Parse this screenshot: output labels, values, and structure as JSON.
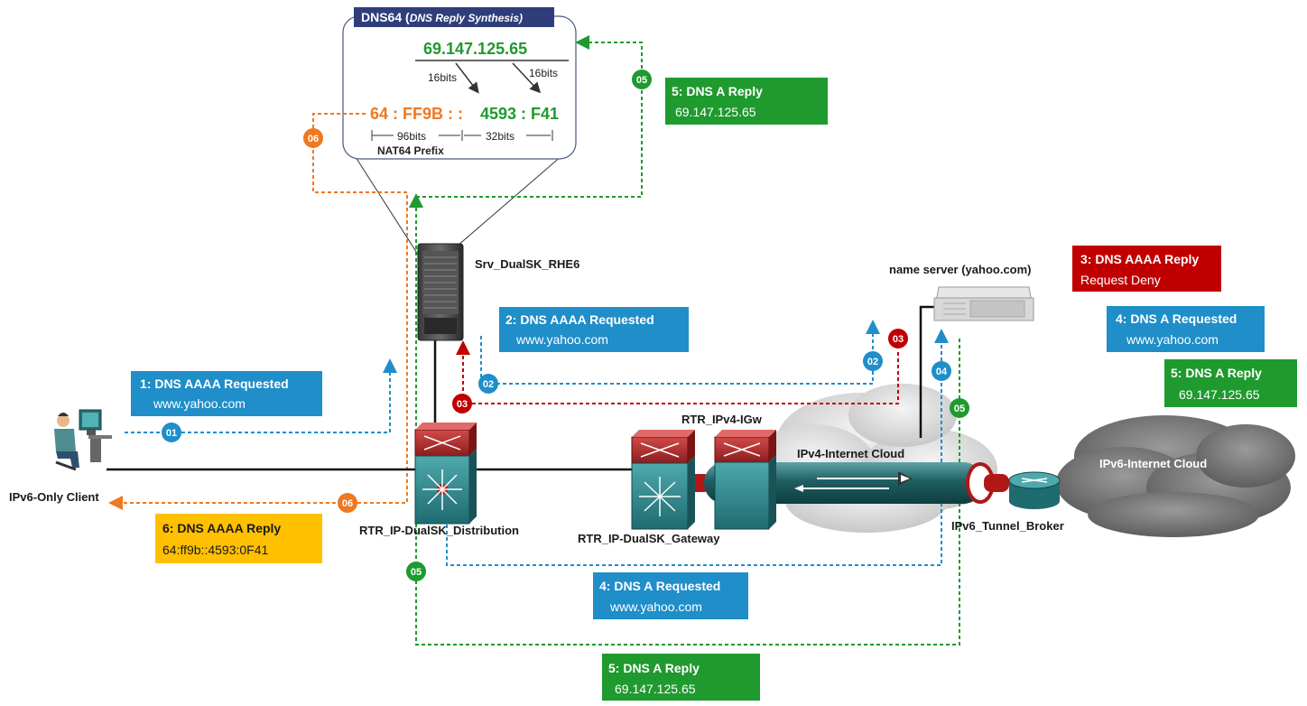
{
  "colors": {
    "blue": "#1f8ec9",
    "red": "#c00000",
    "green": "#1f9a2e",
    "orange": "#f07820",
    "yellow": "#ffc000",
    "navy": "#2f3e7a",
    "teal": "#2e6e72"
  },
  "dns64": {
    "title": "DNS64 (",
    "title_italic": "DNS Reply Synthesis)",
    "ipv4": "69.147.125.65",
    "bits_a": "16bits",
    "bits_b": "16bits",
    "prefix_part": "64 : FF9B : :",
    "suffix_part": "4593 : F41",
    "len_96": "96bits",
    "len_32": "32bits",
    "prefix_label": "NAT64 Prefix"
  },
  "devices": {
    "server": "Srv_DualSK_RHE6",
    "nameserver": "name server (yahoo.com)",
    "client": "IPv6-Only Client",
    "distribution": "RTR_IP-DualSK_Distribution",
    "gateway": "RTR_IP-DualSK_Gateway",
    "igw": "RTR_IPv4-IGw",
    "ipv4cloud": "IPv4-Internet Cloud",
    "ipv6cloud": "IPv6-Internet Cloud",
    "broker": "IPv6_Tunnel_Broker"
  },
  "messages": {
    "m1": {
      "title": "1: DNS AAAA  Requested",
      "sub": "www.yahoo.com"
    },
    "m2": {
      "title": "2: DNS AAAA  Requested",
      "sub": "www.yahoo.com"
    },
    "m3": {
      "title": "3: DNS AAAA Reply",
      "sub": "Request Deny"
    },
    "m4a": {
      "title": "4: DNS A  Requested",
      "sub": "www.yahoo.com"
    },
    "m4b": {
      "title": "4: DNS A  Requested",
      "sub": "www.yahoo.com"
    },
    "m5a": {
      "title": "5: DNS A Reply",
      "sub": "69.147.125.65"
    },
    "m5b": {
      "title": "5: DNS A Reply",
      "sub": "69.147.125.65"
    },
    "m5c": {
      "title": "5: DNS A Reply",
      "sub": "69.147.125.65"
    },
    "m6": {
      "title": "6: DNS AAAA Reply",
      "sub": "64:ff9b::4593:0F41"
    }
  },
  "badges": {
    "b01": "01",
    "b02a": "02",
    "b02b": "02",
    "b03a": "03",
    "b03b": "03",
    "b04": "04",
    "b05a": "05",
    "b05b": "05",
    "b05c": "05",
    "b06a": "06",
    "b06b": "06"
  }
}
